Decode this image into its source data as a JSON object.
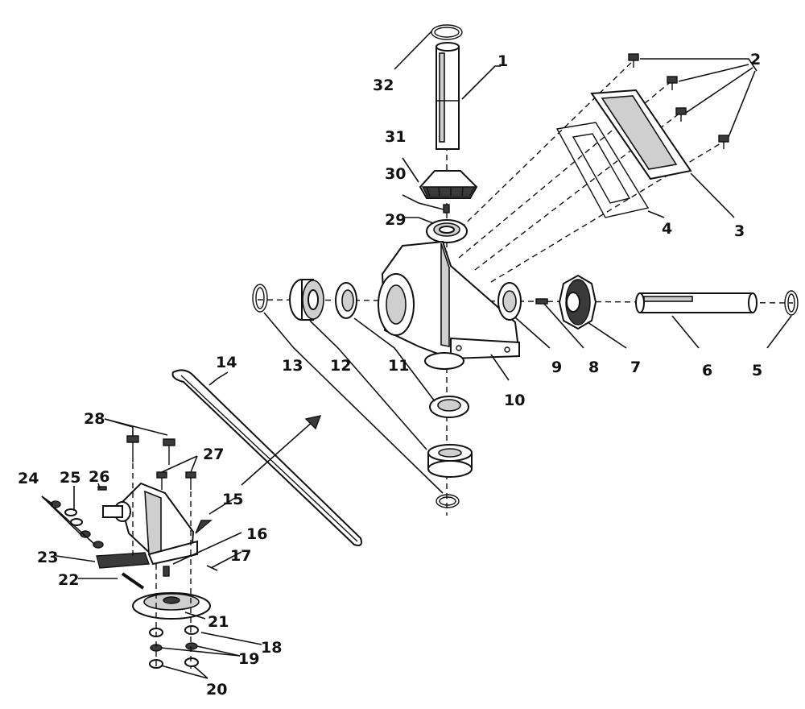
{
  "diagram": {
    "type": "exploded-parts-view",
    "callouts": [
      {
        "id": "1",
        "label": "1"
      },
      {
        "id": "2",
        "label": "2"
      },
      {
        "id": "3",
        "label": "3"
      },
      {
        "id": "4",
        "label": "4"
      },
      {
        "id": "5",
        "label": "5"
      },
      {
        "id": "6",
        "label": "6"
      },
      {
        "id": "7",
        "label": "7"
      },
      {
        "id": "8",
        "label": "8"
      },
      {
        "id": "9",
        "label": "9"
      },
      {
        "id": "10",
        "label": "10"
      },
      {
        "id": "11",
        "label": "11"
      },
      {
        "id": "12",
        "label": "12"
      },
      {
        "id": "13",
        "label": "13"
      },
      {
        "id": "14",
        "label": "14"
      },
      {
        "id": "15",
        "label": "15"
      },
      {
        "id": "16",
        "label": "16"
      },
      {
        "id": "17",
        "label": "17"
      },
      {
        "id": "18",
        "label": "18"
      },
      {
        "id": "19",
        "label": "19"
      },
      {
        "id": "20",
        "label": "20"
      },
      {
        "id": "21",
        "label": "21"
      },
      {
        "id": "22",
        "label": "22"
      },
      {
        "id": "23",
        "label": "23"
      },
      {
        "id": "24",
        "label": "24"
      },
      {
        "id": "25",
        "label": "25"
      },
      {
        "id": "26",
        "label": "26"
      },
      {
        "id": "27",
        "label": "27"
      },
      {
        "id": "28",
        "label": "28"
      },
      {
        "id": "29",
        "label": "29"
      },
      {
        "id": "30",
        "label": "30"
      },
      {
        "id": "31",
        "label": "31"
      },
      {
        "id": "32",
        "label": "32"
      }
    ],
    "colors": {
      "ink": "#111111",
      "background": "#ffffff",
      "shading": "#cfcfcf"
    }
  }
}
